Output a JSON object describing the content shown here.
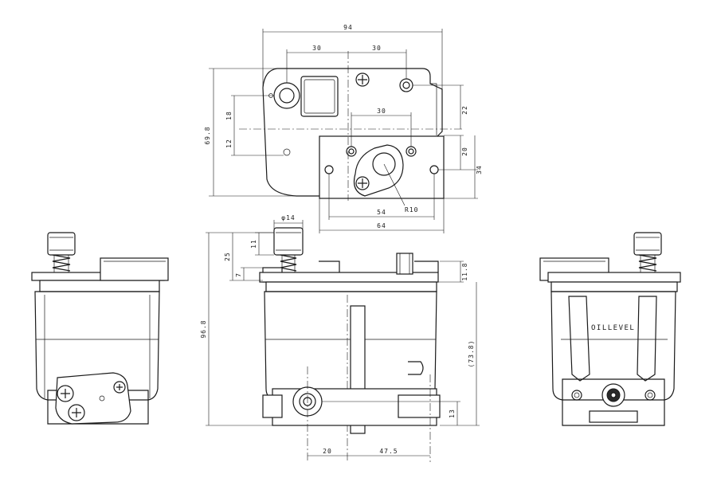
{
  "top_view": {
    "dims": {
      "overall_width": "94",
      "left_to_center": "30",
      "center_to_hole": "30",
      "height": "69.8",
      "upper_offset": "18",
      "lower_offset": "12",
      "right_top": "22",
      "plate_hole_spacing": "30",
      "plate_offset": "20",
      "plate_height": "34",
      "inner_width": "54",
      "plate_width": "64",
      "radius": "R10"
    }
  },
  "front_view": {
    "dims": {
      "knob_dia": "φ14",
      "knob_height": "11",
      "top_to_flange": "25",
      "flange_step": "7",
      "overall_height": "96.8",
      "right_flange": "11.8",
      "ref_height": "(73.8)",
      "port_height": "13",
      "port_left": "20",
      "port_right": "47.5"
    }
  },
  "rear_view": {
    "label": "OILLEVEL"
  }
}
